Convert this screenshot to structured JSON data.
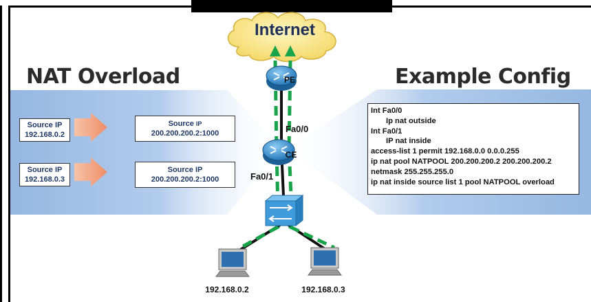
{
  "headings": {
    "left": "NAT Overload",
    "right": "Example Config"
  },
  "cloud": {
    "label": "Internet"
  },
  "devices": {
    "pe_router": "PE",
    "ce_router": "CE"
  },
  "interfaces": {
    "outside": "Fa0/0",
    "inside": "Fa0/1"
  },
  "nat_table": {
    "rows": [
      {
        "inside_label": "Source IP",
        "inside_ip": "192.168.0.2",
        "outside_label": "Source",
        "outside_label_suffix": "IP",
        "outside_ip": "200.200.200.2:1000"
      },
      {
        "inside_label": "Source IP",
        "inside_ip": "192.168.0.3",
        "outside_label": "Source IP",
        "outside_label_suffix": "",
        "outside_ip": "200.200.200.2:1000"
      }
    ]
  },
  "hosts": [
    {
      "ip": "192.168.0.2"
    },
    {
      "ip": "192.168.0.3"
    }
  ],
  "config": {
    "lines": [
      {
        "text": "Int Fa0/0",
        "indent": false
      },
      {
        "text": "Ip nat outside",
        "indent": true
      },
      {
        "text": "Int Fa0/1",
        "indent": false
      },
      {
        "text": "IP nat inside",
        "indent": true
      },
      {
        "text": "access-list 1 permit 192.168.0.0 0.0.0.255",
        "indent": false
      },
      {
        "text": "ip nat pool NATPOOL 200.200.200.2 200.200.200.2",
        "indent": false
      },
      {
        "text": "netmask 255.255.255.0",
        "indent": false
      },
      {
        "text": "ip nat inside source list 1 pool NATPOOL overload",
        "indent": false
      }
    ]
  },
  "colors": {
    "path_dashes": "#19a34a",
    "band": "#8fb3e0",
    "arrow": "#f0a080",
    "router": "#3f8fcf",
    "cloud": "#f6e07a"
  },
  "icons": {
    "pe_router": "router-icon",
    "ce_router": "router-icon",
    "switch": "switch-icon",
    "host_left": "desktop-computer-icon",
    "host_right": "desktop-computer-icon",
    "cloud": "cloud-icon"
  }
}
